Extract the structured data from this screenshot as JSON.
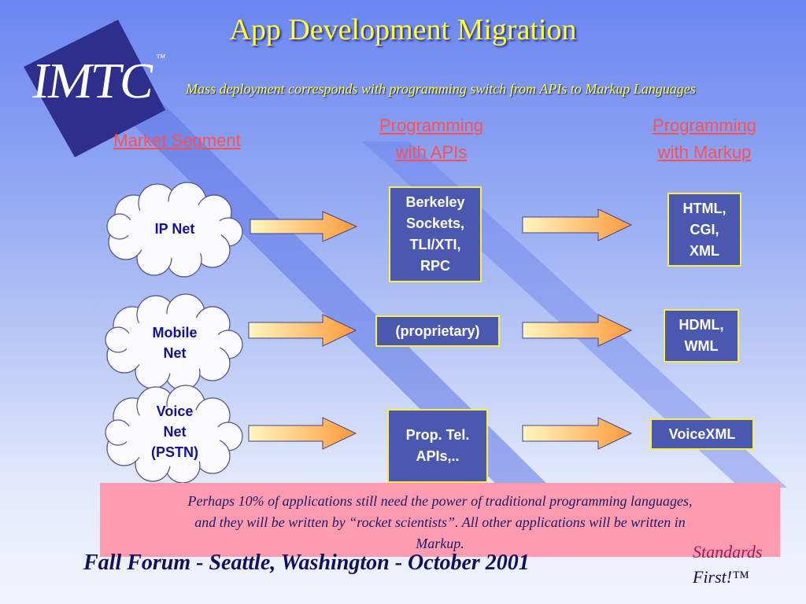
{
  "slide": {
    "title": "App Development Migration",
    "subtitle": "Mass deployment corresponds with programming switch from APIs to Markup Languages",
    "logo": {
      "text": "IMTC",
      "mark": "™"
    }
  },
  "columns": {
    "market": "Market Segment",
    "apis_line1": "Programming",
    "apis_line2": "with APIs",
    "markup_line1": "Programming",
    "markup_line2": "with Markup"
  },
  "rows": [
    {
      "segment": [
        "IP Net"
      ],
      "api": [
        "Berkeley",
        "Sockets,",
        "TLI/XTI,",
        "RPC"
      ],
      "markup": [
        "HTML,",
        "CGI,",
        "XML"
      ]
    },
    {
      "segment": [
        "Mobile",
        "Net"
      ],
      "api": [
        "(proprietary)"
      ],
      "markup": [
        "HDML,",
        "WML"
      ]
    },
    {
      "segment": [
        "Voice",
        "Net",
        "(PSTN)"
      ],
      "api": [
        "Prop. Tel.",
        "APIs,.."
      ],
      "markup": [
        "VoiceXML"
      ]
    }
  ],
  "note": {
    "line1": "Perhaps 10% of applications still need the power of traditional programming languages,",
    "line2": "and they will be written by “rocket scientists”.  All other applications will be written in",
    "line3": "Markup."
  },
  "footer": {
    "event": "Fall Forum  -  Seattle, Washington  -  October  2001",
    "tagline_1": "Standards",
    "tagline_2": "First!™"
  },
  "colors": {
    "title": "#ffff33",
    "box_fill": "#4a58b0",
    "box_border": "#ffee44",
    "column_heading": "#ff5050",
    "note_fill": "#ff9bb0",
    "arrow_start": "#fff6c0",
    "arrow_end": "#ff9a3c"
  }
}
